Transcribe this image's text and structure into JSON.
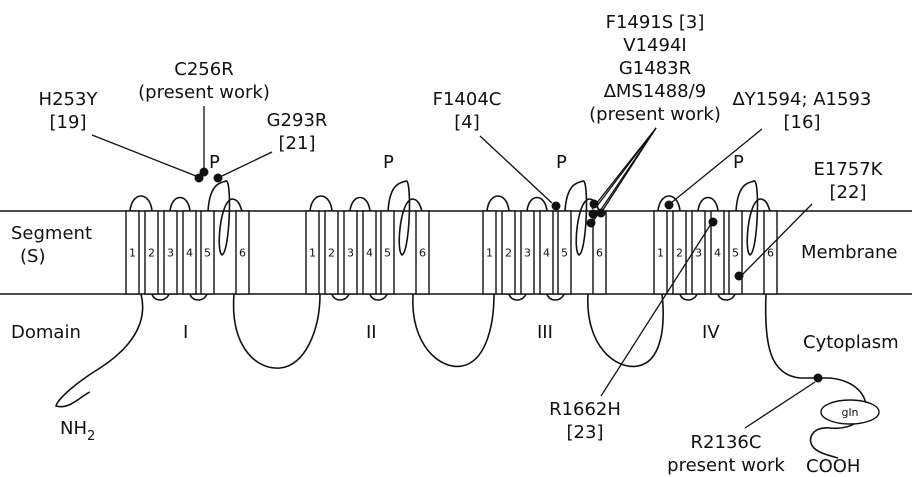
{
  "regions": {
    "segment": "Segment",
    "segment_abbr": "(S)",
    "membrane": "Membrane",
    "domain": "Domain",
    "cytoplasm": "Cytoplasm"
  },
  "domains": [
    "I",
    "II",
    "III",
    "IV"
  ],
  "segment_numbers": [
    "1",
    "2",
    "3",
    "4",
    "5",
    "6"
  ],
  "pore_label": "P",
  "termini": {
    "n": "NH",
    "n_sub": "2",
    "c": "COOH"
  },
  "glycosylation": "gln",
  "mutations": {
    "h253y": [
      "H253Y",
      "[19]"
    ],
    "c256r": [
      "C256R",
      "(present work)"
    ],
    "g293r": [
      "G293R",
      "[21]"
    ],
    "f1404c": [
      "F1404C",
      "[4]"
    ],
    "cluster": [
      "F1491S [3]",
      "V1494I",
      "G1483R",
      "∆MS1488/9",
      "(present work)"
    ],
    "dy1594": [
      "∆Y1594; A1593",
      "[16]"
    ],
    "e1757k": [
      "E1757K",
      "[22]"
    ],
    "r1662h": [
      "R1662H",
      "[23]"
    ],
    "r2136c": [
      "R2136C",
      "present work"
    ]
  }
}
